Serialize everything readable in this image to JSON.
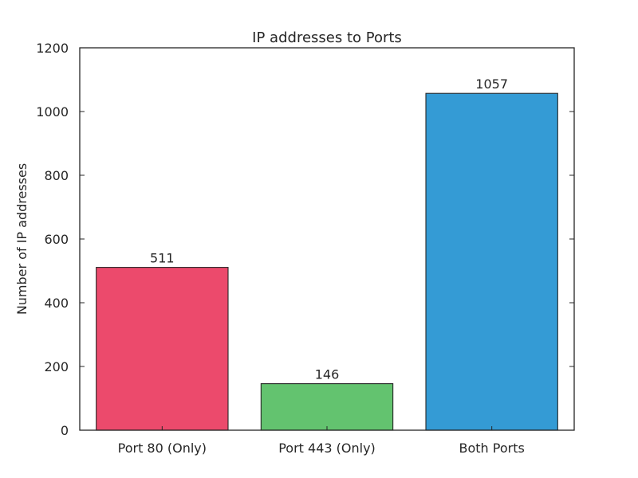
{
  "chart_data": {
    "type": "bar",
    "title": "IP addresses to Ports",
    "xlabel": "",
    "ylabel": "Number of IP addresses",
    "categories": [
      "Port 80 (Only)",
      "Port 443 (Only)",
      "Both Ports"
    ],
    "values": [
      511,
      146,
      1057
    ],
    "data_labels": [
      "511",
      "146",
      "1057"
    ],
    "colors": [
      "#ec4a6c",
      "#63c36f",
      "#349bd5"
    ],
    "ylim": [
      0,
      1200
    ],
    "yticks": [
      0,
      200,
      400,
      600,
      800,
      1000,
      1200
    ],
    "ytick_labels": [
      "0",
      "200",
      "400",
      "600",
      "800",
      "1000",
      "1200"
    ],
    "grid": false,
    "legend": "none"
  }
}
